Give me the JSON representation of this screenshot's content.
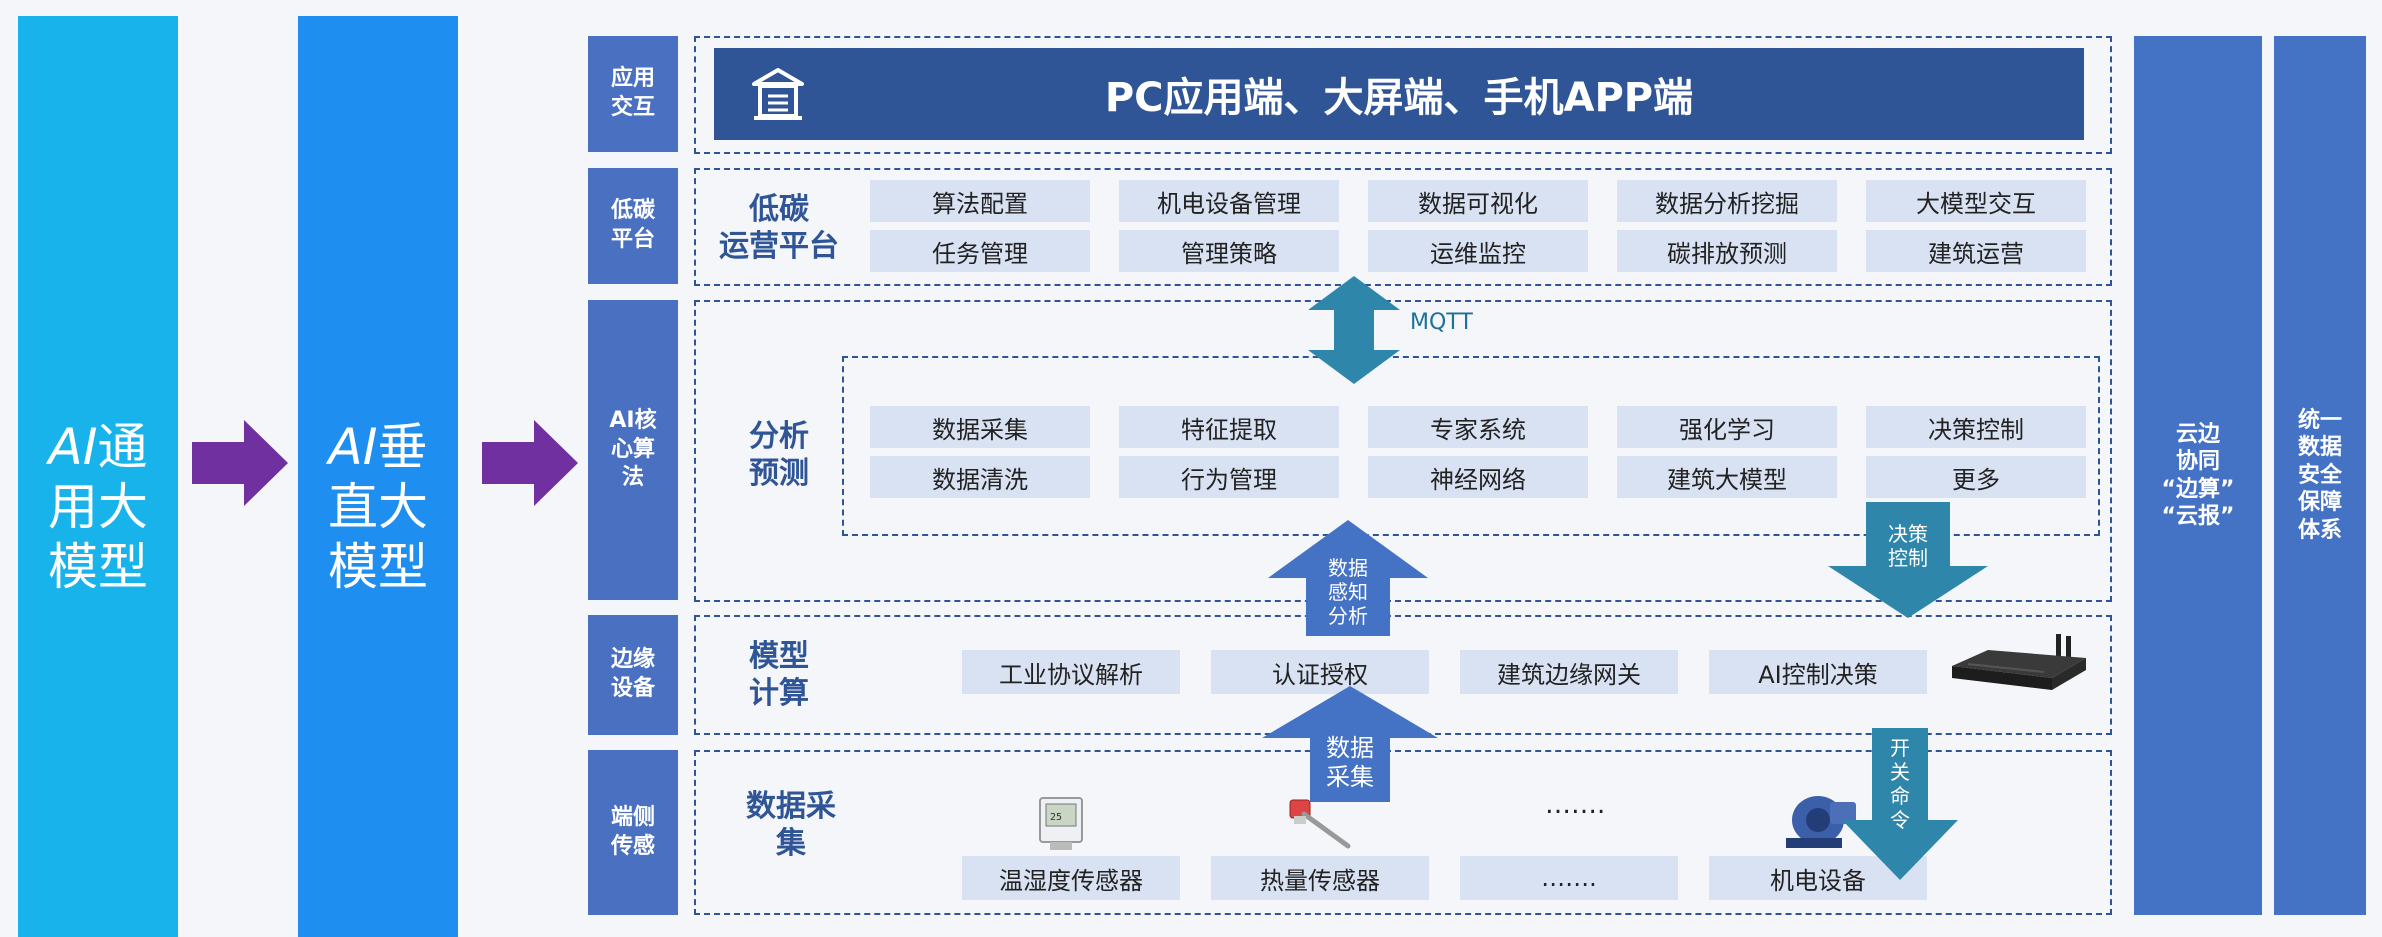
{
  "left_models": {
    "general": {
      "ai": "AI",
      "rest": "通\n用大\n模型"
    },
    "vertical": {
      "ai": "AI",
      "rest": "垂\n直大\n模型"
    }
  },
  "row_labels": [
    "应用\n交互",
    "低碳\n平台",
    "AI核\n心算\n法",
    "边缘\n设备",
    "端侧\n传感"
  ],
  "app_bar": {
    "title": "PC应用端、大屏端、手机APP端"
  },
  "platform": {
    "title": "低碳\n运营平台",
    "cells": [
      "算法配置",
      "机电设备管理",
      "数据可视化",
      "数据分析挖掘",
      "大模型交互",
      "任务管理",
      "管理策略",
      "运维监控",
      "碳排放预测",
      "建筑运营"
    ]
  },
  "mqtt_label": "MQTT",
  "algorithm": {
    "title": "分析\n预测",
    "cells": [
      "数据采集",
      "特征提取",
      "专家系统",
      "强化学习",
      "决策控制",
      "数据清洗",
      "行为管理",
      "神经网络",
      "建筑大模型",
      "更多"
    ]
  },
  "arrows": {
    "perception": "数据\n感知\n分析",
    "decision": "决策\n控制",
    "collect": "数据\n采集",
    "switch": "开\n关\n命\n令"
  },
  "edge": {
    "title": "模型\n计算",
    "cells": [
      "工业协议解析",
      "认证授权",
      "建筑边缘网关",
      "AI控制决策"
    ]
  },
  "sensing": {
    "title": "数据采\n集",
    "dots": "…….",
    "cells": [
      "温湿度传感器",
      "热量传感器",
      "…….",
      "机电设备"
    ]
  },
  "side_columns": [
    "云边\n协同\n“边算”\n“云报”",
    "统一\n数据\n安全\n保障\n体系"
  ],
  "colors": {
    "cyan": "#17b3ea",
    "blue": "#1e8ff0",
    "navy": "#2f5597",
    "cell": "#d9e2f3",
    "arrow": "#4472c4",
    "teal": "#2e86ab",
    "purple": "#7030a0"
  }
}
